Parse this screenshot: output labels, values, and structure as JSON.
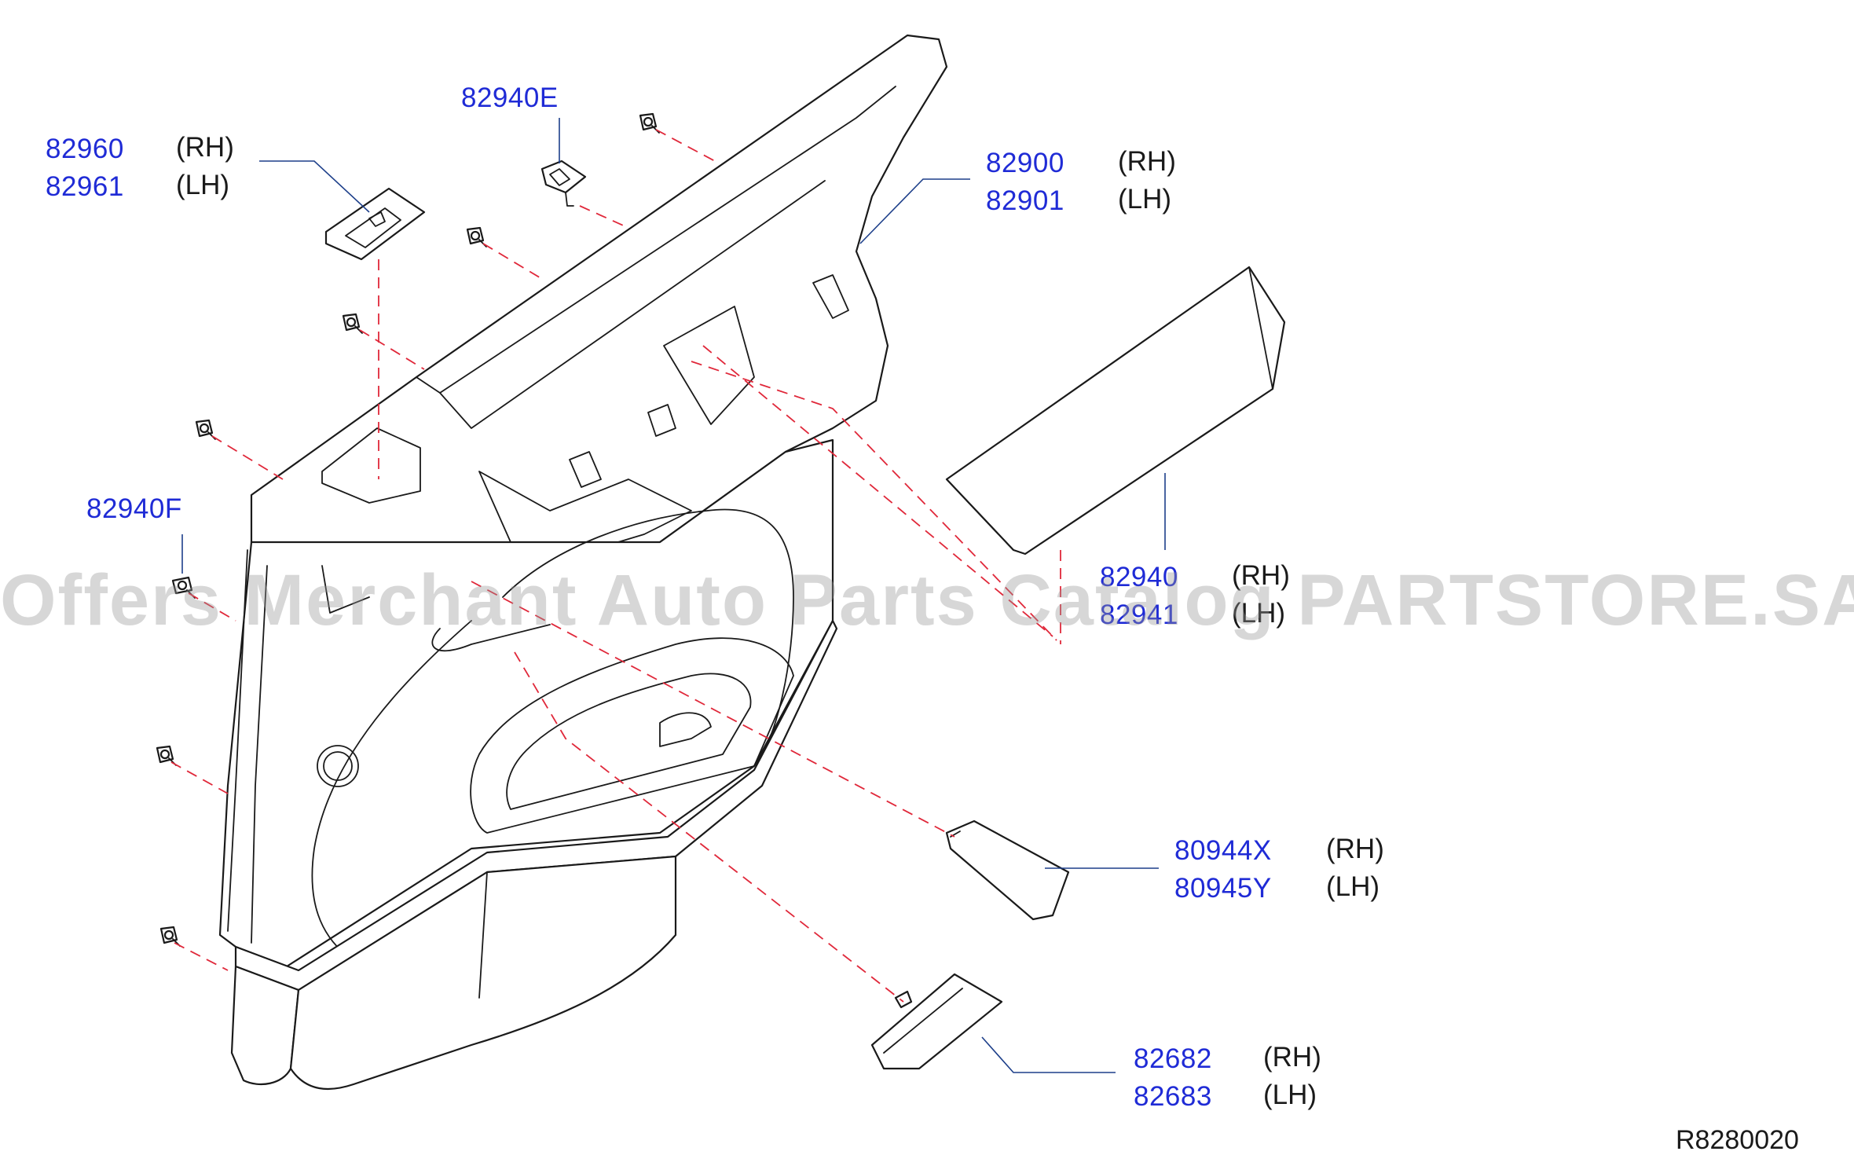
{
  "labels": {
    "p82960": "82960",
    "p82961": "82961",
    "p82940E": "82940E",
    "p82900": "82900",
    "p82901": "82901",
    "p82940F": "82940F",
    "p82940": "82940",
    "p82941": "82941",
    "p80944X": "80944X",
    "p80945Y": "80945Y",
    "p82682": "82682",
    "p82683": "82683",
    "rh": "(RH)",
    "lh": "(LH)"
  },
  "ref_code": "R8280020",
  "watermark": "Offers Merchant Auto Parts Catalog PARTSTORE.SA",
  "colors": {
    "part_number": "#1f2bd6",
    "side_text": "#1a1a1a",
    "centerline": "#e0283a",
    "leader": "#1d3f8a",
    "watermark": "#969696"
  }
}
